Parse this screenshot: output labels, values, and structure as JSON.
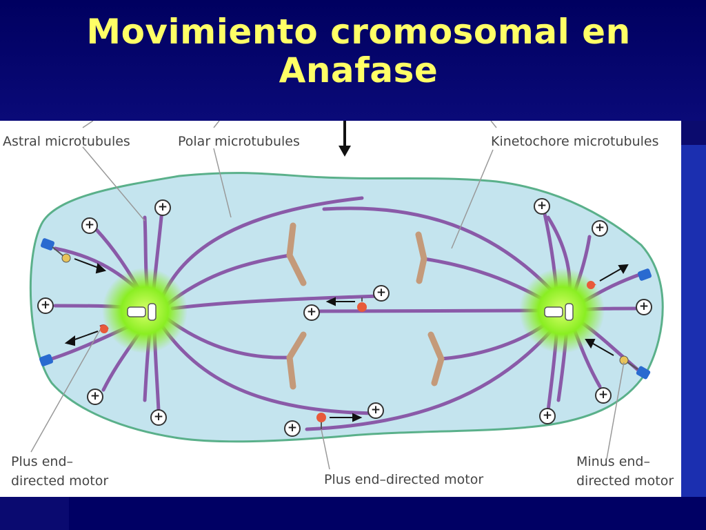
{
  "slide": {
    "title_line1": "Movimiento cromosomal en",
    "title_line2": "Anafase"
  },
  "figure": {
    "labels": {
      "astral": "Astral microtubules",
      "polar": "Polar microtubules",
      "kinetochore": "Kinetochore microtubules",
      "plus_motor_left_line1": "Plus end–",
      "plus_motor_left_line2": "directed motor",
      "plus_motor_center": "Plus end–directed motor",
      "minus_motor_line1": "Minus end–",
      "minus_motor_line2": "directed motor"
    },
    "plus_symbol": "+",
    "colors": {
      "title": "#ffff66",
      "background": "#0b0b6e",
      "cell_fill": "#c4e4ee",
      "cell_border": "#5ab08a",
      "microtubule": "#8a5aa8",
      "centrosome_glow": "#8aee22",
      "chromosome": "#c49a7a",
      "plus_motor": "#e85a3a",
      "minus_motor": "#e8c35a",
      "motor_head": "#2a6ad0"
    }
  }
}
